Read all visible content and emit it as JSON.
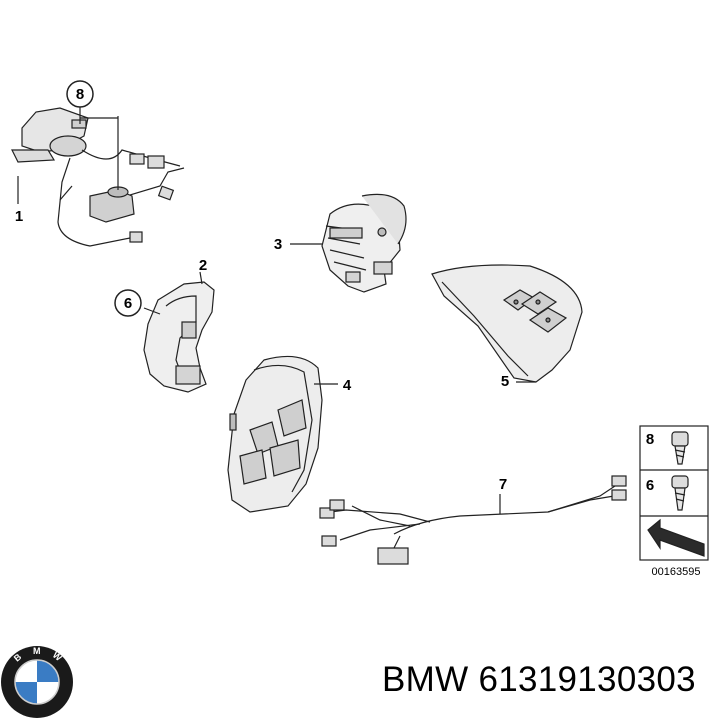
{
  "diagram": {
    "callouts": [
      "1",
      "2",
      "3",
      "4",
      "5",
      "6",
      "7",
      "8"
    ],
    "fasteners": [
      {
        "number": "8",
        "icon": "screw-icon"
      },
      {
        "number": "6",
        "icon": "screw-icon"
      }
    ],
    "reference_number": "00163595"
  },
  "footer": {
    "logo": "BMW",
    "caption": "BMW 61319130303"
  },
  "colors": {
    "line": "#222222",
    "part_fill": "#efefef",
    "part_shade": "#c9c9c9",
    "logo_blue": "#3a7cc4"
  }
}
